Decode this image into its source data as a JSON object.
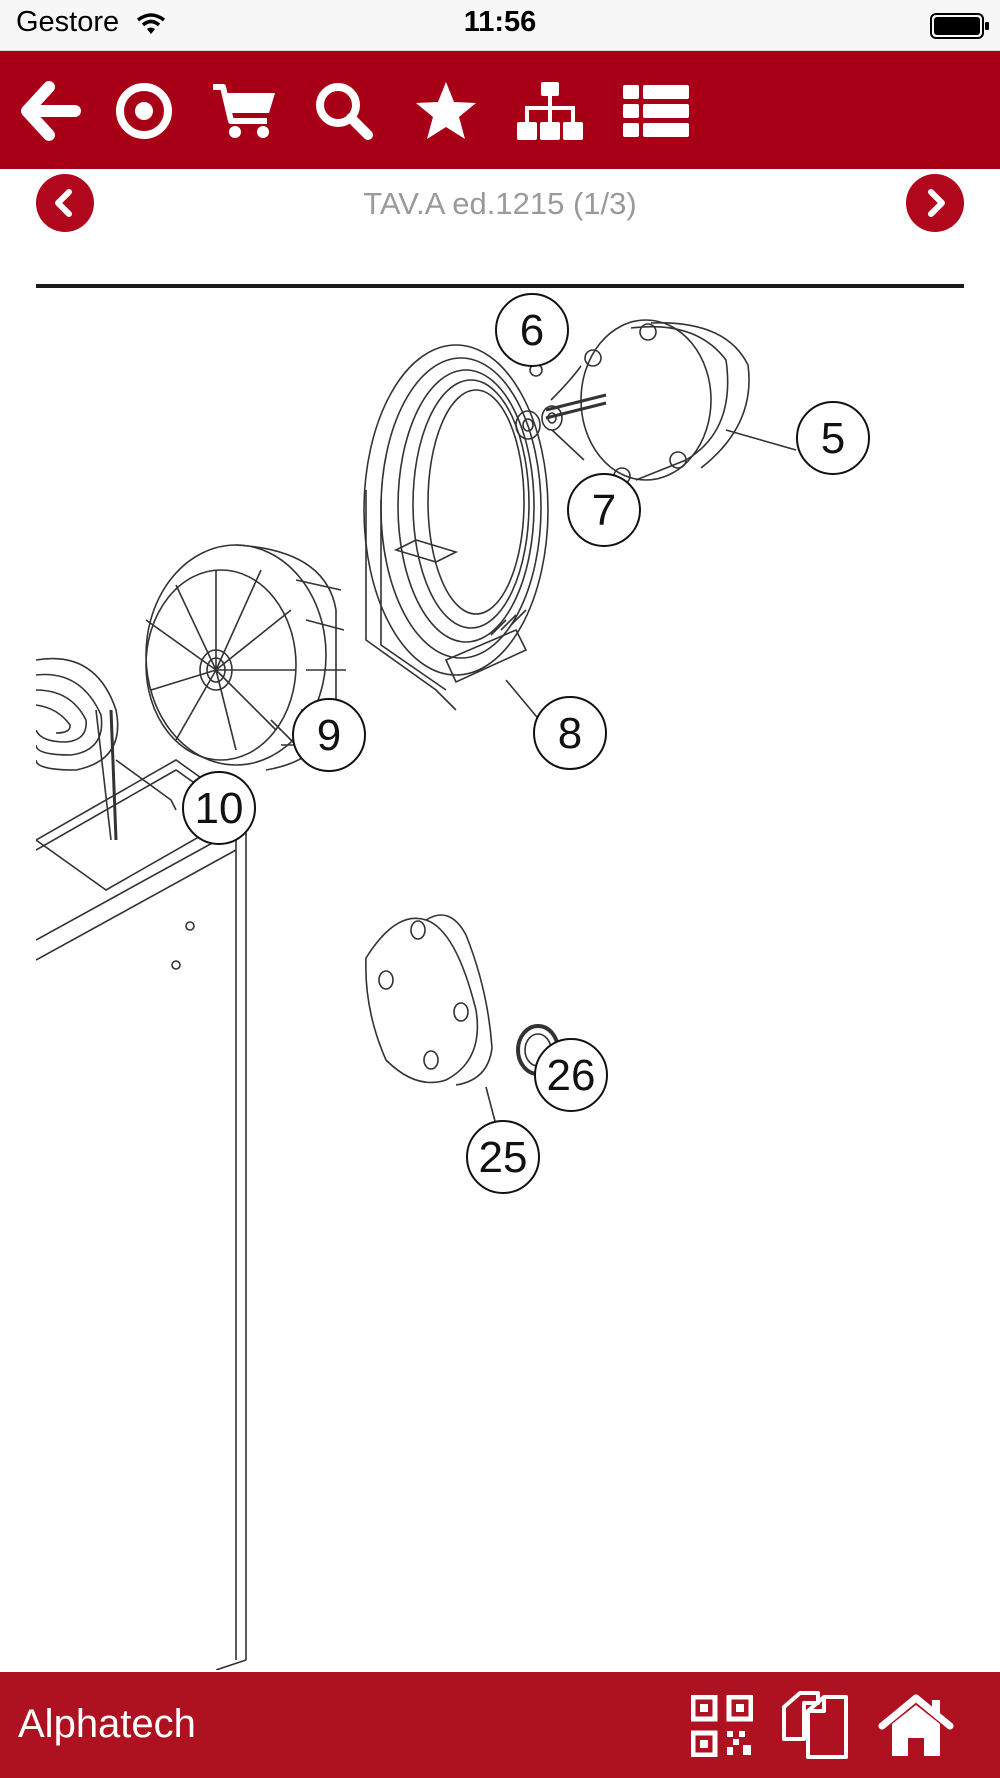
{
  "status_bar": {
    "carrier": "Gestore",
    "time": "11:56",
    "wifi_icon": "wifi-icon",
    "battery_icon": "battery-icon"
  },
  "toolbar": {
    "background": "#a80017",
    "items": [
      {
        "icon": "arrow-left-icon"
      },
      {
        "icon": "target-icon"
      },
      {
        "icon": "cart-icon"
      },
      {
        "icon": "search-icon"
      },
      {
        "icon": "star-icon"
      },
      {
        "icon": "sitemap-icon"
      },
      {
        "icon": "list-icon"
      }
    ]
  },
  "page": {
    "title": "TAV.A ed.1215 (1/3)",
    "prev_icon": "chevron-left-icon",
    "next_icon": "chevron-right-icon"
  },
  "drawing": {
    "callouts": [
      "6",
      "5",
      "7",
      "8",
      "9",
      "10",
      "26",
      "25"
    ]
  },
  "footer": {
    "brand": "Alphatech",
    "background": "#ae1221",
    "icons": [
      "qr-code-icon",
      "copy-icon",
      "home-icon"
    ]
  }
}
